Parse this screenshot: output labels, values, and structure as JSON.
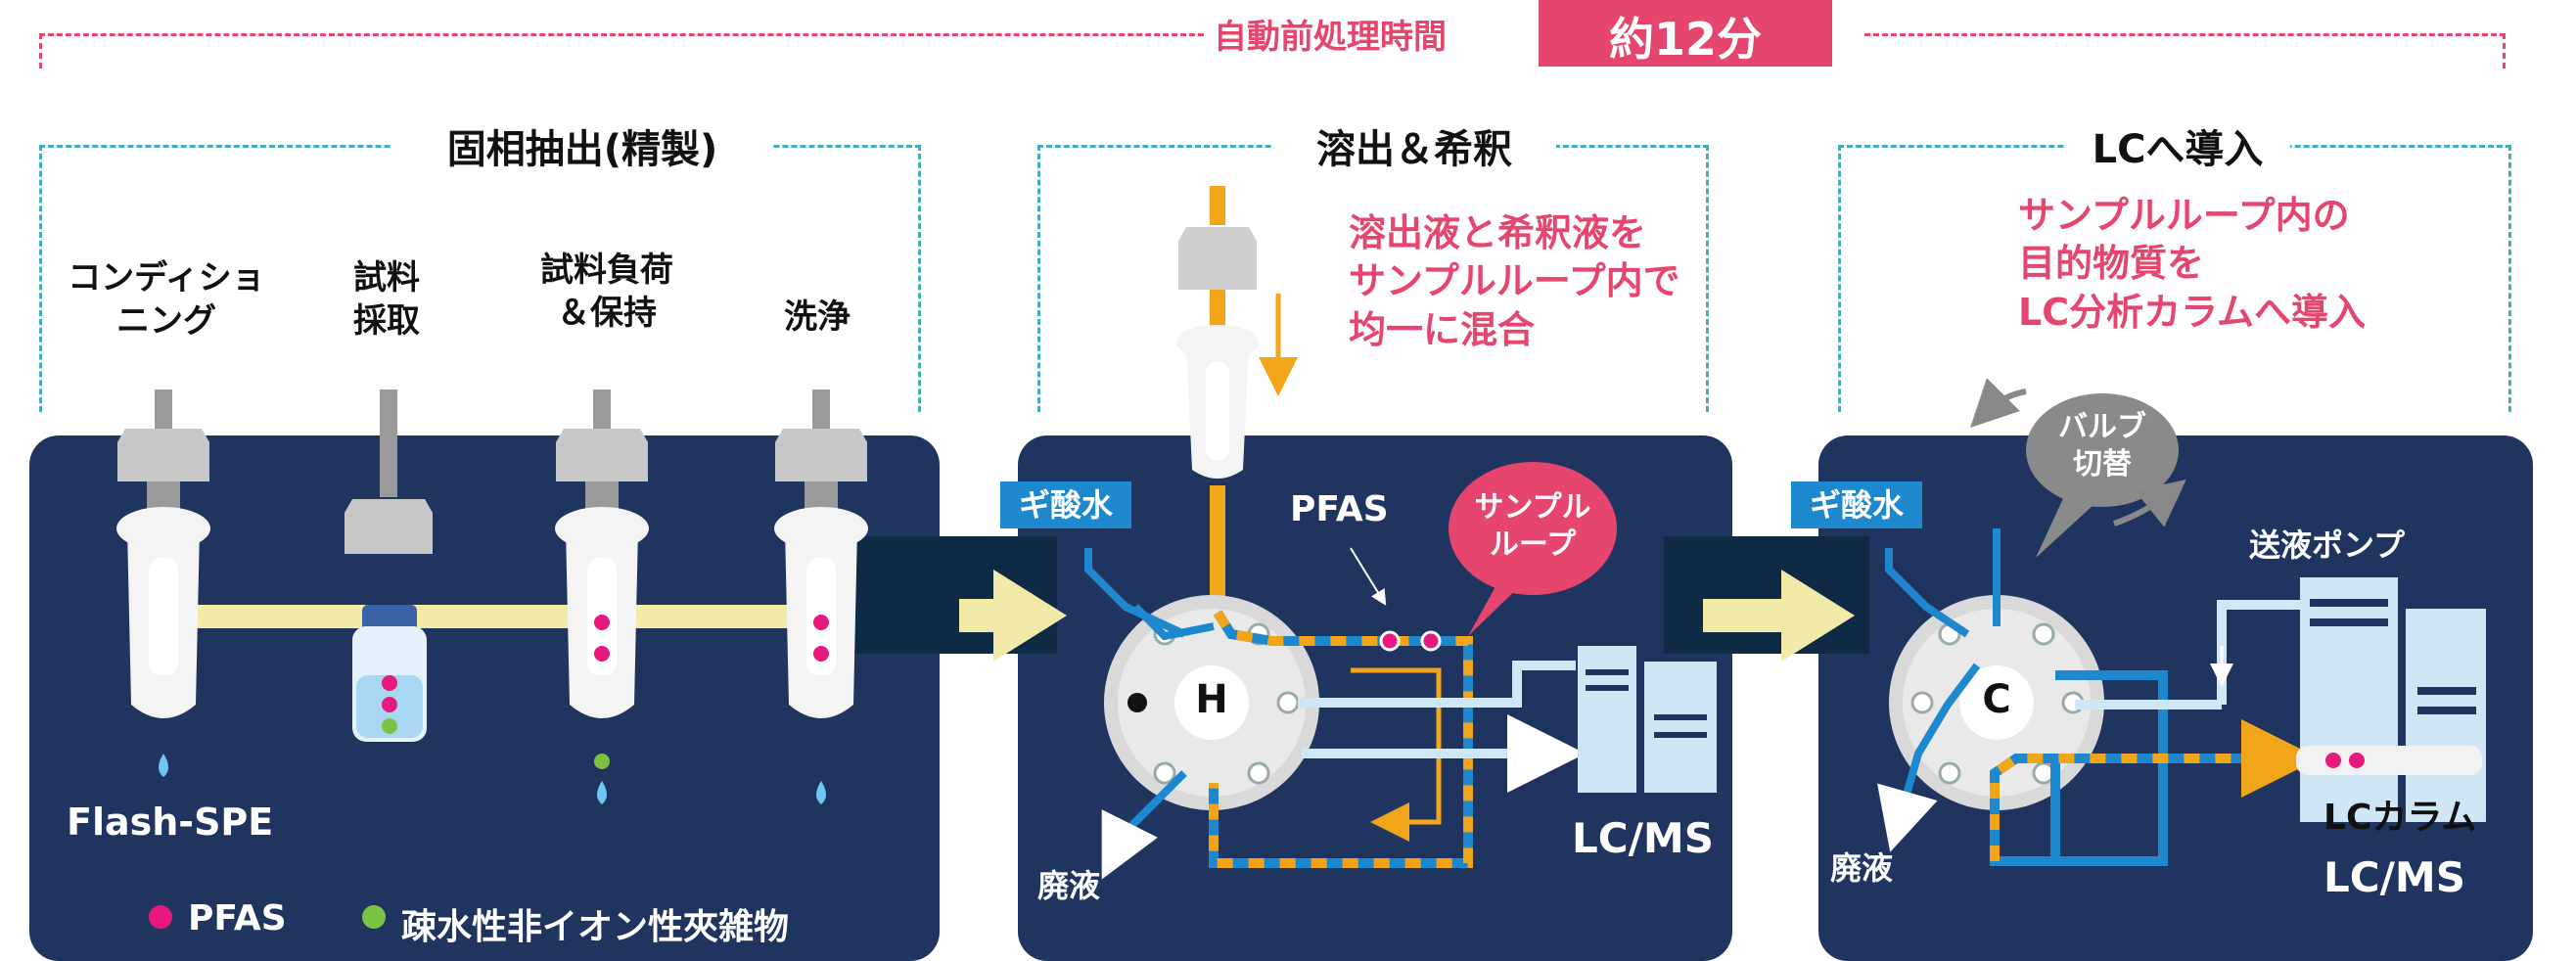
{
  "header": {
    "process_label": "自動前処理時間",
    "time_badge": "約12分"
  },
  "colors": {
    "panel": "#1f3560",
    "pink": "#e6456e",
    "blue": "#1e88cf",
    "orange": "#f3a51a",
    "teal_dash": "#3fb0b8",
    "light_blue": "#cfe6f5",
    "arrow_yellow": "#f2eaa8"
  },
  "sections": [
    {
      "title": "固相抽出(精製)"
    },
    {
      "title": "溶出＆希釈"
    },
    {
      "title": "LCへ導入"
    }
  ],
  "spe": {
    "steps": [
      "コンディショ\nニング",
      "試料\n採取",
      "試料負荷\n＆保持",
      "洗浄"
    ],
    "label": "Flash-SPE",
    "legend": [
      {
        "label": "PFAS",
        "color": "#e8197c"
      },
      {
        "label": "疎水性非イオン性夾雑物",
        "color": "#7cc242"
      }
    ]
  },
  "elution": {
    "note": "溶出液と希釈液を\nサンプルループ内で\n均一に混合",
    "formic_tag": "ギ酸水",
    "pfas_label": "PFAS",
    "loop_bubble": "サンプル\nループ",
    "valve_label": "H",
    "waste_label": "廃液",
    "instrument_label": "LC/MS"
  },
  "lc": {
    "note": "サンプルループ内の\n目的物質を\nLC分析カラムへ導入",
    "formic_tag": "ギ酸水",
    "valve_bubble": "バルブ\n切替",
    "pump_label": "送液ポンプ",
    "valve_label": "C",
    "column_label": "LCカラム",
    "waste_label": "廃液",
    "instrument_label": "LC/MS"
  }
}
